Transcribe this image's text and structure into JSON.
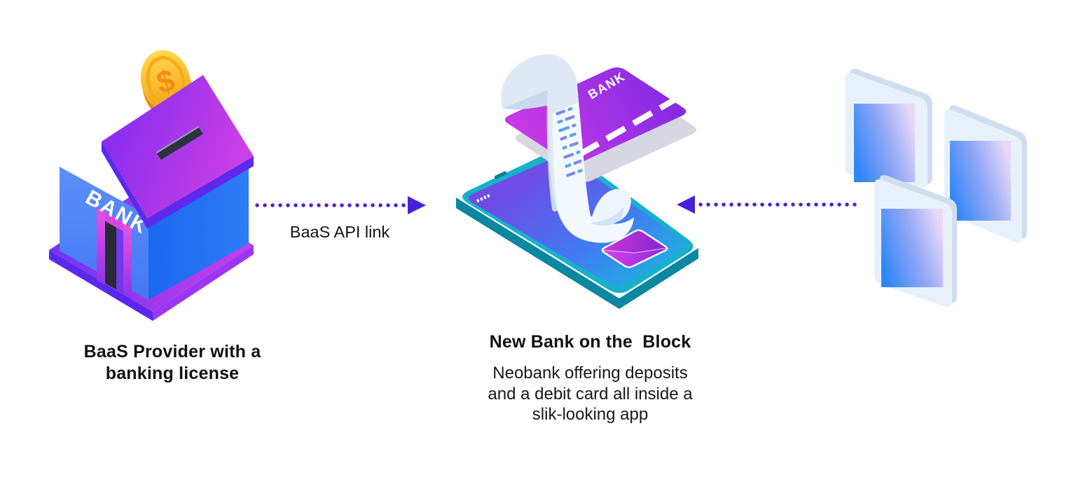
{
  "palette": {
    "background": "#ffffff",
    "arrow_purple": "#4a1fd9",
    "text_dark": "#101016",
    "roof_violet": "#7b2af2",
    "roof_magenta": "#cb3fe4",
    "wall_left_blue": "#4d84f6",
    "wall_right_blue": "#2470f4",
    "base_violet": "#6d36f2",
    "base_magenta": "#cf3ce8",
    "coin_gold_light": "#ffda4f",
    "coin_gold_dark": "#f49d12",
    "phone_bezel_teal": "#13b0cc",
    "phone_side_teal": "#0b87a1",
    "screen_purple": "#6f4ce6",
    "screen_blue": "#417bf2",
    "screen_teal": "#19bcda",
    "card_magenta": "#cf3ce6",
    "card_purple": "#7e29e4",
    "envelope_magenta": "#dd41ea",
    "envelope_purple": "#8a2ae0",
    "receipt_shade": "#d9e5f4",
    "panel_face": "#e8f1fb",
    "panel_edge": "#cfdeef",
    "panel_screen_blue": "#2e86f7",
    "panel_screen_lavender": "#e6d9f8"
  },
  "left_figure": {
    "icon": "bank-piggybank-illustration",
    "bank_sign": "BANK",
    "coin_symbol": "$",
    "caption_line1": "BaaS Provider with a",
    "caption_line2": "banking license"
  },
  "link": {
    "label": "BaaS API link"
  },
  "center_figure": {
    "icon": "neobank-phone-illustration",
    "card_label": "BANK",
    "title": "New Bank on the  Block",
    "desc_line1": "Neobank offering deposits",
    "desc_line2": "and a debit card all inside a",
    "desc_line3": "slik-looking app"
  },
  "right_figure": {
    "icon": "app-windows-illustration"
  }
}
